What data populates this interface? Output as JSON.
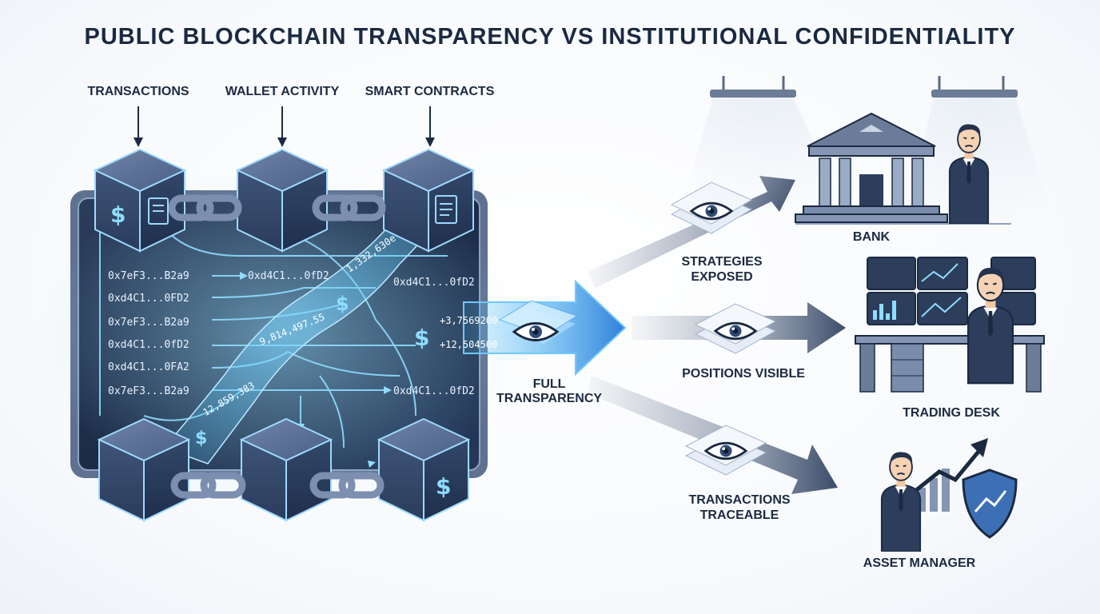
{
  "title": "PUBLIC BLOCKCHAIN TRANSPARENCY VS INSTITUTIONAL CONFIDENTIALITY",
  "inputs": [
    "TRANSACTIONS",
    "WALLET ACTIVITY",
    "SMART CONTRACTS"
  ],
  "hashes_left": [
    "0x7eF3...B2a9",
    "0xd4C1...0FD2",
    "0x7eF3...B2a9",
    "0xd4C1...0fD2",
    "0xd4C1...0FA2",
    "0x7eF3...B2a9"
  ],
  "hashes_right": [
    "0xd4C1...0fD2",
    "0xd4C1...0fD2",
    "0xd4C1...0fD2"
  ],
  "stream_numbers": [
    "1,332,630e",
    "9,814,497.55",
    "12,859,383",
    "+3,7569200",
    "+12,504500"
  ],
  "center_label": "FULL TRANSPARENCY",
  "exposures": [
    "STRATEGIES EXPOSED",
    "POSITIONS VISIBLE",
    "TRANSACTIONS TRACEABLE"
  ],
  "institutions": [
    "BANK",
    "TRADING DESK",
    "ASSET MANAGER"
  ],
  "icons": [
    "dollar-icon",
    "document-icon",
    "chain-link-icon",
    "eye-icon",
    "bank-building-icon",
    "monitor-chart-icon",
    "shield-icon",
    "businessman-icon",
    "ceiling-lamp-icon"
  ],
  "colors": {
    "navy": "#1b2a41",
    "glow": "#4fc3f7",
    "slate": "#5a6a85",
    "blue_arrow": "#2f7fd8"
  }
}
